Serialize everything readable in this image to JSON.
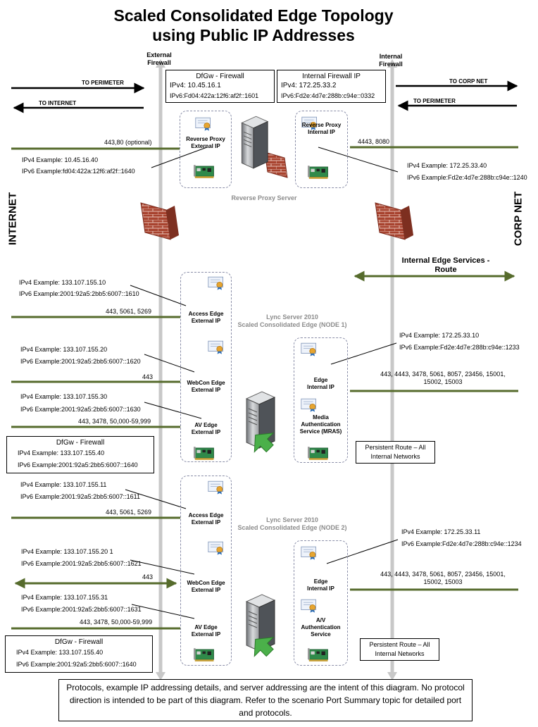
{
  "title": {
    "line1": "Scaled Consolidated Edge Topology",
    "line2": "using Public IP Addresses"
  },
  "firewall_labels": {
    "external": "External\nFirewall",
    "internal": "Internal\nFirewall"
  },
  "side_labels": {
    "left": "INTERNET",
    "right": "CORP NET"
  },
  "arrows": {
    "to_perimeter_left": "TO PERIMETER",
    "to_internet": "TO INTERNET",
    "to_corp_net": "TO CORP NET",
    "to_perimeter_right": "TO PERIMETER"
  },
  "top_boxes": {
    "dfgw": {
      "title": "DfGw - Firewall",
      "ipv4": "IPv4: 10.45.16.1",
      "ipv6": "IPv6:Fd04:422a:12f6:af2f::1601"
    },
    "internal_fw": {
      "title": "Internal Firewall IP",
      "ipv4": "IPv4: 172.25.33.2",
      "ipv6": "IPv6:Fd2e:4d7e:288b:c94e::0332"
    }
  },
  "reverse_proxy": {
    "ext_label": "Reverse Proxy\nExternal IP",
    "int_label": "Reverse Proxy\nInternal IP",
    "server_label": "Reverse Proxy Server",
    "ext_ports": "443,80 (optional)",
    "int_ports": "4443, 8080",
    "ext_ipv4": "IPv4 Example: 10.45.16.40",
    "ext_ipv6": "IPv6 Example:fd04:422a:12f6:af2f::1640",
    "int_ipv4": "IPv4 Example: 172.25.33.40",
    "int_ipv6": "IPv6 Example:Fd2e:4d7e:288b:c94e::1240"
  },
  "internal_route": "Internal Edge Services -\nRoute",
  "node1": {
    "title": "Lync Server 2010\nScaled Consolidated Edge (NODE 1)",
    "access_label": "Access Edge\nExternal IP",
    "webcon_label": "WebCon Edge\nExternal IP",
    "av_label": "AV Edge\nExternal IP",
    "edge_int_label": "Edge\nInternal IP",
    "mras_label": "Media\nAuthentication\nService (MRAS)",
    "access_ipv4": "IPv4 Example: 133.107.155.10",
    "access_ipv6": "IPv6 Example:2001:92a5:2bb5:6007::1610",
    "access_ports": "443, 5061, 5269",
    "webcon_ipv4": "IPv4 Example: 133.107.155.20",
    "webcon_ipv6": "IPv6 Example:2001:92a5:2bb5:6007::1620",
    "webcon_ports": "443",
    "av_ipv4": "IPv4 Example: 133.107.155.30",
    "av_ipv6": "IPv6 Example:2001:92a5:2bb5:6007::1630",
    "av_ports": "443, 3478, 50,000-59,999",
    "int_ipv4": "IPv4 Example: 172.25.33.10",
    "int_ipv6": "IPv6 Example:Fd2e:4d7e:288b:c94e::1233",
    "int_ports": "443, 4443, 3478, 5061, 8057, 23456, 15001,\n15002, 15003",
    "dfgw_title": "DfGw - Firewall",
    "dfgw_ipv4": "IPv4 Example: 133.107.155.40",
    "dfgw_ipv6": "IPv6 Example:2001:92a5:2bb5:6007::1640",
    "persistent_route": "Persistent Route – All\nInternal Networks"
  },
  "node2": {
    "title": "Lync Server 2010\nScaled Consolidated Edge (NODE 2)",
    "access_label": "Access Edge\nExternal IP",
    "webcon_label": "WebCon Edge\nExternal IP",
    "av_label": "AV Edge\nExternal IP",
    "edge_int_label": "Edge\nInternal IP",
    "auth_label": "A/V\nAuthentication\nService",
    "access_ipv4": "IPv4 Example: 133.107.155.11",
    "access_ipv6": "IPv6 Example:2001:92a5:2bb5:6007::1611",
    "access_ports": "443, 5061, 5269",
    "webcon_ipv4": "IPv4 Example: 133.107.155.20 1",
    "webcon_ipv6": "IPv6 Example:2001:92a5:2bb5:6007::1621",
    "webcon_ports": "443",
    "av_ipv4": "IPv4 Example: 133.107.155.31",
    "av_ipv6": "IPv6 Example:2001:92a5:2bb5:6007::1631",
    "av_ports": "443, 3478, 50,000-59,999",
    "int_ipv4": "IPv4 Example: 172.25.33.11",
    "int_ipv6": "IPv6 Example:Fd2e:4d7e:288b:c94e::1234",
    "int_ports": "443, 4443, 3478, 5061, 8057, 23456, 15001,\n15002, 15003",
    "dfgw_title": "DfGw - Firewall",
    "dfgw_ipv4": "IPv4 Example: 133.107.155.40",
    "dfgw_ipv6": "IPv6 Example:2001:92a5:2bb5:6007::1640",
    "persistent_route": "Persistent Route – All\nInternal Networks"
  },
  "footer": "Protocols, example IP addressing details, and server addressing are the intent of this diagram. No protocol direction is intended to be part of this diagram. Refer to the scenario Port Summary topic for detailed port and protocols.",
  "colors": {
    "line_green": "#566b2c",
    "firewall_brick": "#b24a35",
    "dash_border": "#8a8ea8",
    "vertical_bar": "#c8c8c8",
    "nic_green": "#2f8a4a"
  },
  "icons": [
    "certificate-icon",
    "network-card-icon",
    "server-icon",
    "firewall-brick-icon",
    "sync-arrow-icon"
  ]
}
